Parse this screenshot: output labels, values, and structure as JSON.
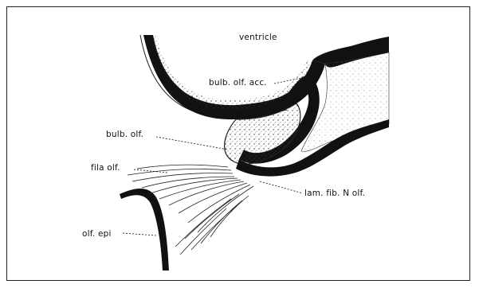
{
  "figure": {
    "labels": {
      "ventricle": "ventricle",
      "bulb_olf_acc": "bulb. olf. acc.",
      "bulb_olf": "bulb. olf.",
      "fila_olf": "fila olf.",
      "lam_fib": "lam. fib. N olf.",
      "olf_epi": "olf. epi"
    }
  }
}
